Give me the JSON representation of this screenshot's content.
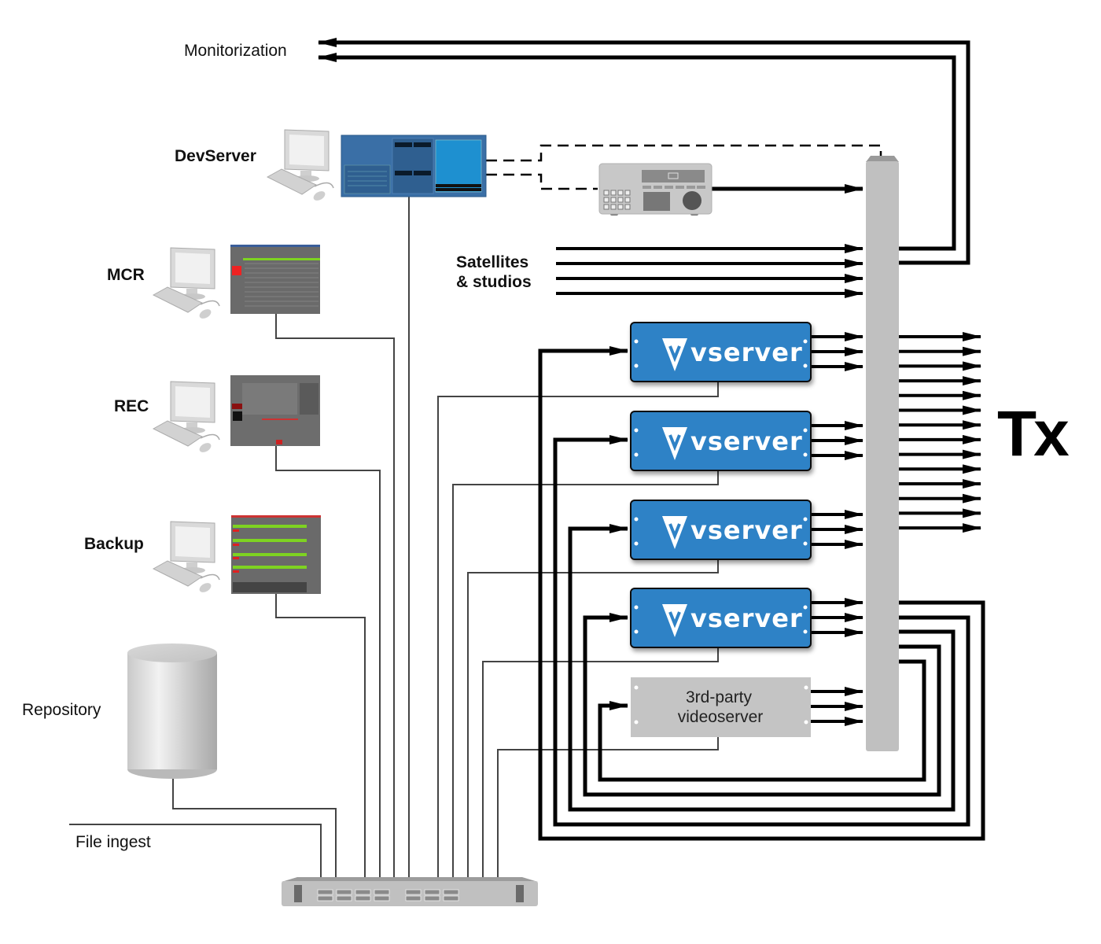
{
  "labels": {
    "monitorization": "Monitorization",
    "devserver": "DevServer",
    "mcr": "MCR",
    "rec": "REC",
    "backup": "Backup",
    "repository": "Repository",
    "file_ingest": "File ingest",
    "satellites_line1": "Satellites",
    "satellites_line2": "& studios",
    "tx": "Tx"
  },
  "vservers": [
    {
      "name": "vserver"
    },
    {
      "name": "vserver"
    },
    {
      "name": "vserver"
    },
    {
      "name": "vserver"
    }
  ],
  "third_party": {
    "line1": "3rd-party",
    "line2": "videoserver"
  },
  "colors": {
    "vserver_blue": "#2f82c6",
    "router_gray": "#c0c0c0",
    "third_party_gray": "#c4c4c4",
    "line_black": "#000000",
    "network_line": "#444444"
  },
  "counts": {
    "satellite_inputs": 4,
    "tx_outputs": 14,
    "monitorization_outputs": 2,
    "outputs_per_server": 3
  },
  "icons": {
    "workstation": "desktop-computer-icon",
    "vtr": "vtr-deck-icon",
    "database": "repository-cylinder-icon",
    "switch": "network-switch-icon",
    "router": "video-router-icon"
  }
}
